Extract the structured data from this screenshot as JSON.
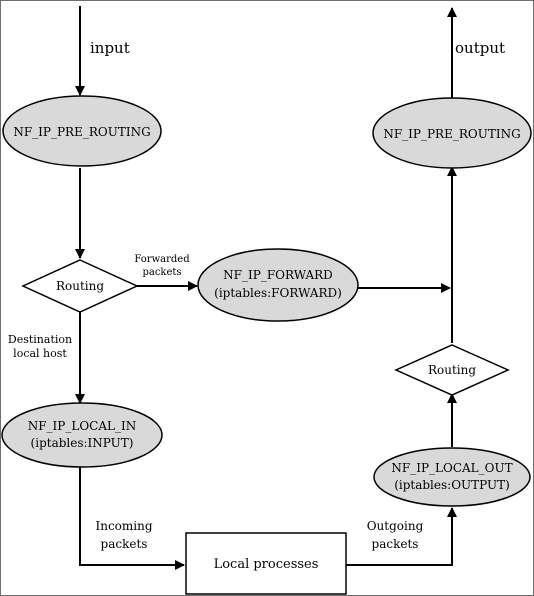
{
  "diagram": {
    "labels": {
      "input": "input",
      "output": "output",
      "forwarded_line1": "Forwarded",
      "forwarded_line2": "packets",
      "destination_line1": "Destination",
      "destination_line2": "local host",
      "incoming_line1": "Incoming",
      "incoming_line2": "packets",
      "outgoing_line1": "Outgoing",
      "outgoing_line2": "packets"
    },
    "nodes": {
      "pre_routing_in": {
        "line1": "NF_IP_PRE_ROUTING"
      },
      "pre_routing_out": {
        "line1": "NF_IP_PRE_ROUTING"
      },
      "routing_left": {
        "line1": "Routing"
      },
      "routing_right": {
        "line1": "Routing"
      },
      "forward": {
        "line1": "NF_IP_FORWARD",
        "line2": "(iptables:FORWARD)"
      },
      "local_in": {
        "line1": "NF_IP_LOCAL_IN",
        "line2": "(iptables:INPUT)"
      },
      "local_out": {
        "line1": "NF_IP_LOCAL_OUT",
        "line2": "(iptables:OUTPUT)"
      },
      "local_processes": {
        "line1": "Local processes"
      }
    },
    "colors": {
      "ellipse_fill": "#d9d9d9",
      "stroke": "#000000",
      "frame": "#6e6e6e"
    }
  }
}
